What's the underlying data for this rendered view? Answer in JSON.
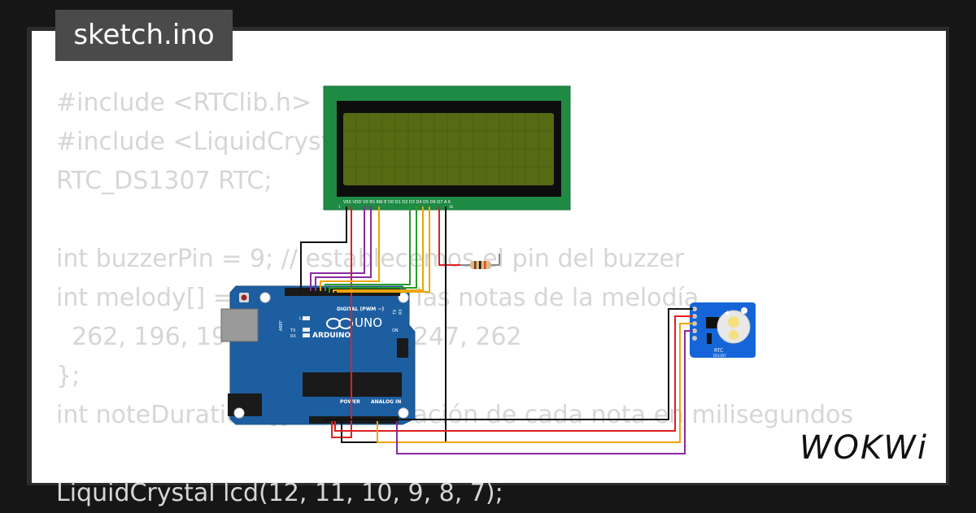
{
  "file": {
    "name": "sketch.ino"
  },
  "code_lines": [
    "#include <RTClib.h>",
    "#include <LiquidCrystal_I2C.h>",
    "RTC_DS1307 RTC;",
    "",
    "int buzzerPin = 9; // establecemos el pin del buzzer",
    "int melody[] = { // definimos las notas de la melodía",
    "  262, 196, 196, 220, 196, 0, 247, 262",
    "};",
    "int noteDurations[] = { // duración de cada nota en milisegundos",
    "",
    "LiquidCrystal lcd(12, 11, 10, 9, 8, 7);"
  ],
  "arduino": {
    "board_label": "ARDUINO",
    "model": "UNO",
    "digital_header": "DIGITAL (PWM ~)",
    "power_header": "POWER",
    "analog_header": "ANALOG IN",
    "tx_label": "TX",
    "rx_label": "RX",
    "on_label": "ON",
    "aref_label": "AREF",
    "gnd_label": "GND",
    "l_label": "L"
  },
  "lcd": {
    "pin_labels": "VSS VDD V0 RS RW E D0 D1 D2 D3 D4 D5 D6 D7 A K",
    "pin_first": "1",
    "pin_last": "16"
  },
  "rtc": {
    "label": "RTC",
    "chip": "DS1307"
  },
  "brand": {
    "name": "WOKWi"
  },
  "colors": {
    "board": "#1d5ea0",
    "lcd_pcb": "#1f8a44",
    "lcd_screen": "#556a13",
    "rtc_board": "#1565d8",
    "wire_red": "#e02020",
    "wire_black": "#111111",
    "wire_purple": "#8a2aa0",
    "wire_orange": "#f0a400",
    "wire_green": "#2a9b2a",
    "code_text": "#d6d6d6"
  }
}
